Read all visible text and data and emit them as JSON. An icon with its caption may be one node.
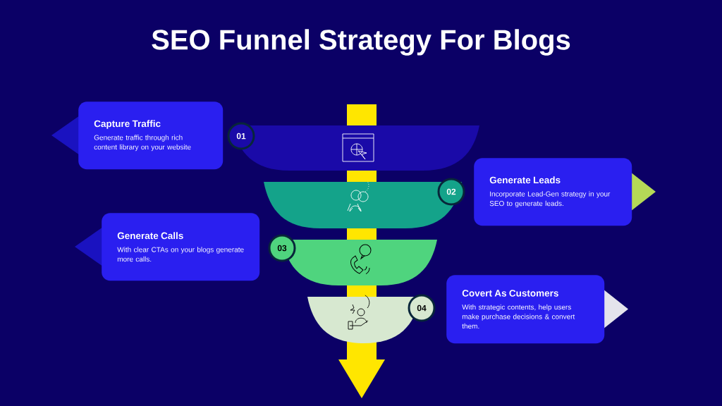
{
  "diagram": {
    "title": "SEO Funnel Strategy For Blogs",
    "nodes": [
      {
        "text": [
          "Capture Traffic",
          "Generate traffic through rich content library on your website"
        ]
      },
      {
        "text": [
          "01"
        ]
      },
      {
        "text": [
          "Generate Leads",
          "Incorporate Lead-Gen strategy in your SEO to generate leads."
        ]
      },
      {
        "text": [
          "02"
        ]
      },
      {
        "text": [
          "Generate Calls",
          "With clear CTAs on your blogs generate more calls."
        ]
      },
      {
        "text": [
          "03"
        ]
      },
      {
        "text": [
          "Covert As Customers",
          "With strategic contents, help users make purchase decisions & convert them."
        ]
      },
      {
        "text": [
          "04"
        ]
      }
    ]
  }
}
